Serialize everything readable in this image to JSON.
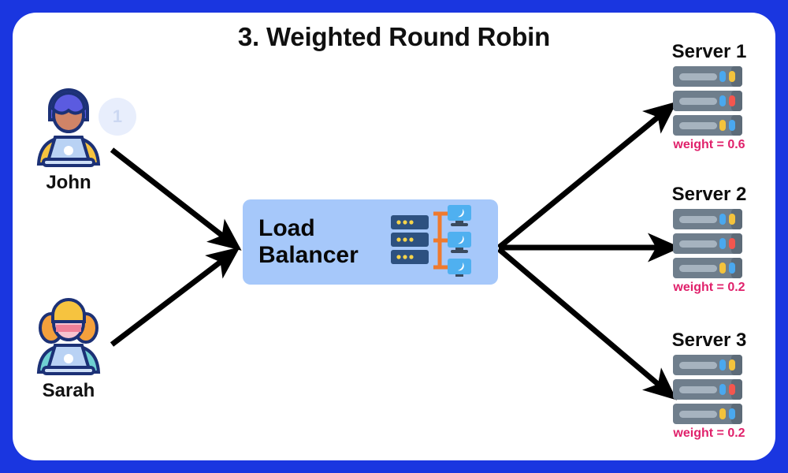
{
  "page": {
    "title": "3. Weighted Round Robin",
    "border_color": "#1a36e0",
    "background_color": "#ffffff"
  },
  "clients": [
    {
      "name": "John",
      "badge": "1",
      "avatar_icon": "user-laptop-icon"
    },
    {
      "name": "Sarah",
      "badge": "",
      "avatar_icon": "user-laptop-icon"
    }
  ],
  "load_balancer": {
    "label": "Load\nBalancer",
    "icon": "load-balancer-network-icon",
    "box_color": "#a6c8fa"
  },
  "servers": [
    {
      "title": "Server 1",
      "weight_label": "weight = 0.6",
      "weight": 0.6,
      "icon": "server-rack-icon"
    },
    {
      "title": "Server 2",
      "weight_label": "weight = 0.2",
      "weight": 0.2,
      "icon": "server-rack-icon"
    },
    {
      "title": "Server 3",
      "weight_label": "weight = 0.2",
      "weight": 0.2,
      "icon": "server-rack-icon"
    }
  ],
  "arrows": [
    {
      "from": "John",
      "to": "Load Balancer",
      "icon": "arrow-icon"
    },
    {
      "from": "Sarah",
      "to": "Load Balancer",
      "icon": "arrow-icon"
    },
    {
      "from": "Load Balancer",
      "to": "Server 1",
      "icon": "arrow-icon"
    },
    {
      "from": "Load Balancer",
      "to": "Server 2",
      "icon": "arrow-icon"
    },
    {
      "from": "Load Balancer",
      "to": "Server 3",
      "icon": "arrow-icon"
    }
  ],
  "colors": {
    "weight_text": "#e0216b",
    "border": "#1a36e0",
    "lb_box": "#a6c8fa",
    "arrow": "#000000"
  }
}
